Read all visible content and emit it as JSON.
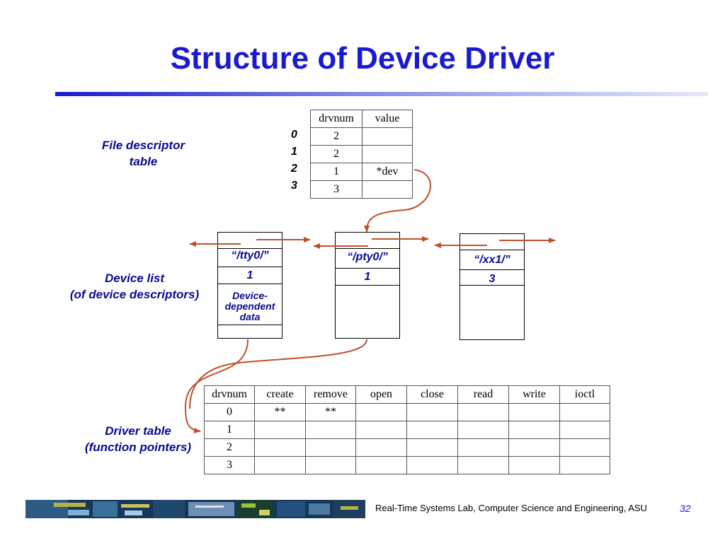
{
  "title": "Structure of Device Driver",
  "labels": {
    "fd_table": [
      "File descriptor",
      "table"
    ],
    "device_list": [
      "Device list",
      "(of device descriptors)"
    ],
    "driver_table": [
      "Driver table",
      "(function pointers)"
    ]
  },
  "fd_table": {
    "indices": [
      "0",
      "1",
      "2",
      "3"
    ],
    "headers": [
      "drvnum",
      "value"
    ],
    "rows": [
      [
        "2",
        ""
      ],
      [
        "2",
        ""
      ],
      [
        "1",
        "*dev"
      ],
      [
        "3",
        ""
      ]
    ]
  },
  "devices": [
    {
      "name": "“/tty0/”",
      "num": "1",
      "data": [
        "Device-",
        "dependent",
        "data"
      ]
    },
    {
      "name": "“/pty0/”",
      "num": "1"
    },
    {
      "name": "“/xx1/”",
      "num": "3"
    }
  ],
  "driver_table": {
    "headers": [
      "drvnum",
      "create",
      "remove",
      "open",
      "close",
      "read",
      "write",
      "ioctl"
    ],
    "rows": [
      [
        "0",
        "**",
        "**",
        "",
        "",
        "",
        "",
        ""
      ],
      [
        "1",
        "",
        "",
        "",
        "",
        "",
        "",
        ""
      ],
      [
        "2",
        "",
        "",
        "",
        "",
        "",
        "",
        ""
      ],
      [
        "3",
        "",
        "",
        "",
        "",
        "",
        "",
        ""
      ]
    ]
  },
  "footer": {
    "text": "Real-Time Systems Lab, Computer Science and Engineering, ASU",
    "page": "32"
  },
  "colors": {
    "title": "#1a1ad0",
    "label": "#0a0a90",
    "arrow": "#c0502a"
  }
}
